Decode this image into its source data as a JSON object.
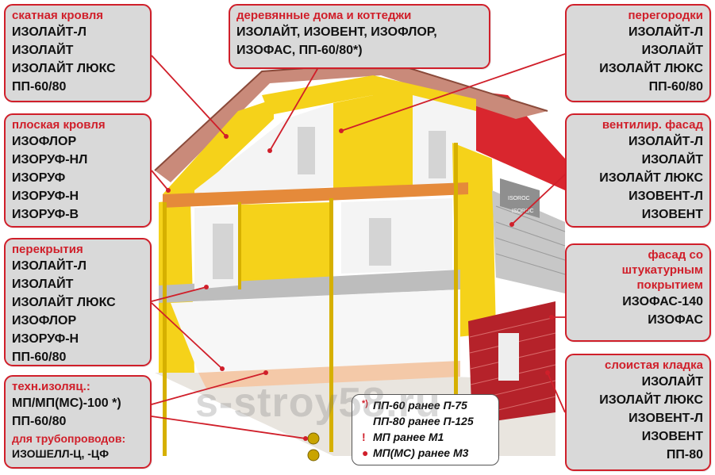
{
  "colors": {
    "accent_red": "#d01f2a",
    "box_fill": "#d9d9d9",
    "insulation_yellow": "#f5d21a",
    "brick": "#b5222a",
    "roof": "#d9262e"
  },
  "callouts": {
    "pitched_roof": {
      "title": "скатная кровля",
      "items": [
        "ИЗОЛАЙТ-Л",
        "ИЗОЛАЙТ",
        "ИЗОЛАЙТ ЛЮКС",
        "ПП-60/80"
      ]
    },
    "flat_roof": {
      "title": "плоская кровля",
      "items": [
        "ИЗОФЛОР",
        "ИЗОРУФ-НЛ",
        "ИЗОРУФ",
        "ИЗОРУФ-Н",
        "ИЗОРУФ-В"
      ]
    },
    "floors": {
      "title": "перекрытия",
      "items": [
        "ИЗОЛАЙТ-Л",
        "ИЗОЛАЙТ",
        "ИЗОЛАЙТ ЛЮКС",
        "ИЗОФЛОР",
        "ИЗОРУФ-Н",
        "ПП-60/80"
      ]
    },
    "tech": {
      "title": "техн.изоляц.:",
      "items": [
        "МП/МП(МС)-100 *)",
        "ПП-60/80"
      ],
      "pipes_title": "для трубопроводов:",
      "pipes_items": [
        "ИЗОШЕЛЛ-Ц, -ЦФ"
      ]
    },
    "wooden_houses": {
      "title": "деревянные дома и коттеджи",
      "items": [
        "ИЗОЛАЙТ, ИЗОВЕНТ, ИЗОФЛОР,",
        "ИЗОФАС, ПП-60/80*)"
      ]
    },
    "partitions": {
      "title": "перегородки",
      "items": [
        "ИЗОЛАЙТ-Л",
        "ИЗОЛАЙТ",
        "ИЗОЛАЙТ ЛЮКС",
        "ПП-60/80"
      ]
    },
    "ventilated_facade": {
      "title": "вентилир. фасад",
      "items": [
        "ИЗОЛАЙТ-Л",
        "ИЗОЛАЙТ",
        "ИЗОЛАЙТ ЛЮКС",
        "ИЗОВЕНТ-Л",
        "ИЗОВЕНТ"
      ]
    },
    "plaster_facade": {
      "title_lines": [
        "фасад со",
        "штукатурным",
        "покрытием"
      ],
      "items": [
        "ИЗОФАС-140",
        "ИЗОФАС"
      ]
    },
    "layered_masonry": {
      "title": "слоистая кладка",
      "items": [
        "ИЗОЛАЙТ",
        "ИЗОЛАЙТ ЛЮКС",
        "ИЗОВЕНТ-Л",
        "ИЗОВЕНТ",
        "ПП-80"
      ]
    }
  },
  "legend": {
    "rows": [
      {
        "mark": "*)",
        "text": "ПП-60 ранее П-75"
      },
      {
        "mark": "",
        "text": "ПП-80 ранее П-125"
      },
      {
        "mark": "!",
        "text": "МП ранее М1"
      },
      {
        "mark": "●",
        "text": "МП(МС) ранее М3"
      }
    ]
  },
  "watermark": "s-stroy58.ru",
  "board_labels": [
    "ISOROC",
    "ISOROC"
  ]
}
